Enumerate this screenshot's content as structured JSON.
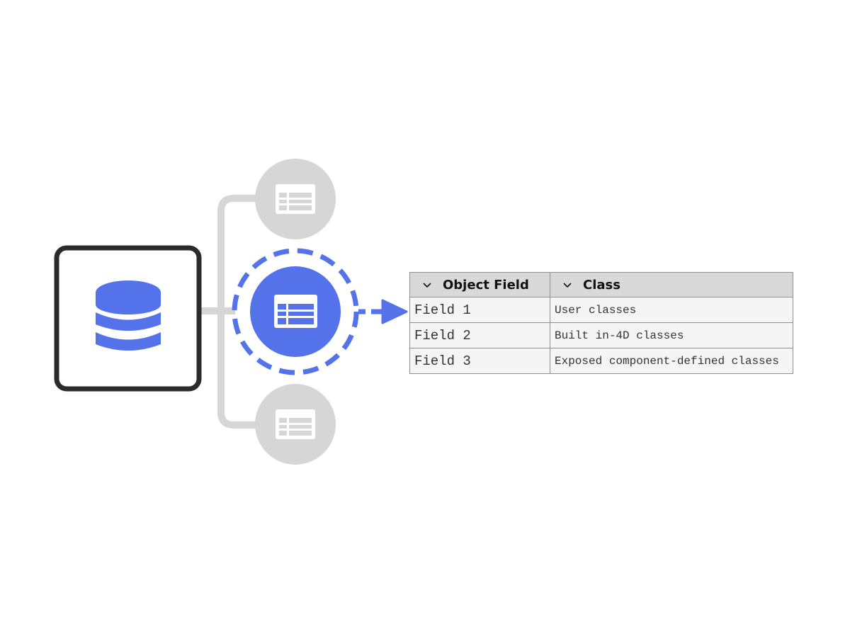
{
  "colors": {
    "accent": "#5473ea",
    "muted": "#d6d6d6",
    "dark": "#2b2b2b",
    "white": "#ffffff"
  },
  "icons": {
    "source": "database-icon",
    "nodes": "table-icon",
    "header": "chevron-down-icon"
  },
  "table": {
    "headers": [
      "Object Field",
      "Class"
    ],
    "rows": [
      [
        "Field 1",
        "User classes"
      ],
      [
        "Field 2",
        "Built in-4D classes"
      ],
      [
        "Field 3",
        "Exposed component-defined classes"
      ]
    ]
  }
}
